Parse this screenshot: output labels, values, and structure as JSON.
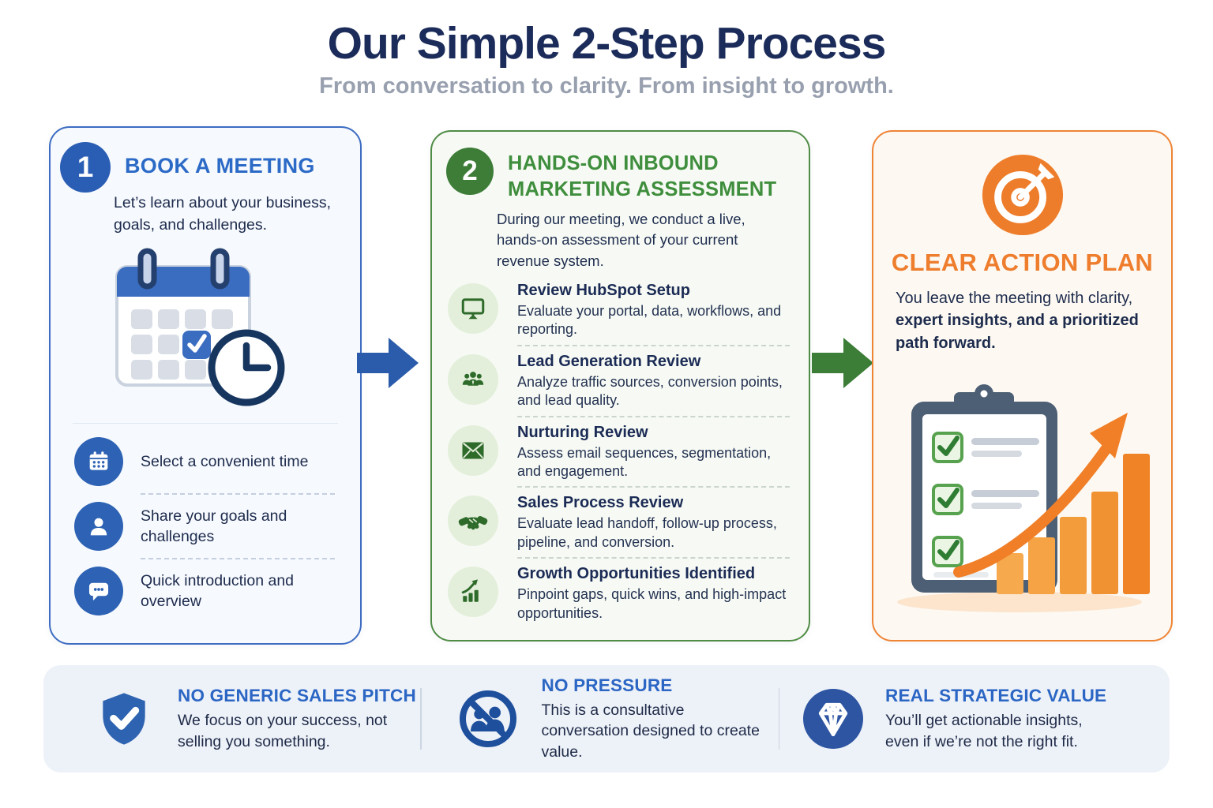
{
  "header": {
    "title": "Our Simple 2-Step Process",
    "subtitle": "From conversation to clarity. From insight to growth."
  },
  "step1": {
    "number": "1",
    "title": "BOOK A MEETING",
    "description": "Let’s learn about your business, goals, and challenges.",
    "illustration": "calendar-with-clock",
    "items": [
      {
        "icon": "calendar-icon",
        "label": "Select a convenient time"
      },
      {
        "icon": "person-icon",
        "label": "Share your goals and challenges"
      },
      {
        "icon": "chat-bubble-icon",
        "label": "Quick introduction and overview"
      }
    ]
  },
  "step2": {
    "number": "2",
    "title": "HANDS-ON INBOUND MARKETING ASSESSMENT",
    "description": "During our meeting, we conduct a live, hands-on assessment of your current revenue system.",
    "items": [
      {
        "icon": "monitor-icon",
        "title": "Review HubSpot Setup",
        "text": "Evaluate your portal, data, workflows, and reporting."
      },
      {
        "icon": "people-group-icon",
        "title": "Lead Generation Review",
        "text": "Analyze traffic sources, conversion points, and lead quality."
      },
      {
        "icon": "envelope-icon",
        "title": "Nurturing Review",
        "text": "Assess email sequences, segmentation, and engagement."
      },
      {
        "icon": "handshake-icon",
        "title": "Sales Process Review",
        "text": "Evaluate lead handoff, follow-up process, pipeline, and conversion."
      },
      {
        "icon": "growth-chart-icon",
        "title": "Growth Opportunities Identified",
        "text": "Pinpoint gaps, quick wins, and high-impact opportunities."
      }
    ]
  },
  "outcome": {
    "icon": "target-icon",
    "title": "CLEAR ACTION PLAN",
    "desc_regular": "You leave the meeting with clarity, ",
    "desc_bold": "expert insights, and a prioritized path forward.",
    "illustration": "clipboard-checklist-with-growth-bars"
  },
  "footer": {
    "items": [
      {
        "icon": "shield-check-icon",
        "title": "NO GENERIC SALES PITCH",
        "text": "We focus on your success, not selling you something."
      },
      {
        "icon": "no-pressure-icon",
        "title": "NO PRESSURE",
        "text": "This is a consultative conversation designed to create value."
      },
      {
        "icon": "diamond-icon",
        "title": "REAL STRATEGIC VALUE",
        "text": "You’ll get actionable insights, even if we’re not the right fit."
      }
    ]
  },
  "colors": {
    "blue_accent": "#2b6ac6",
    "green_accent": "#3f8e3d",
    "orange_accent": "#ee7d2e",
    "navy_text": "#1d2b4d",
    "title_navy": "#1c2c5a",
    "subtitle_gray": "#98a0af"
  }
}
